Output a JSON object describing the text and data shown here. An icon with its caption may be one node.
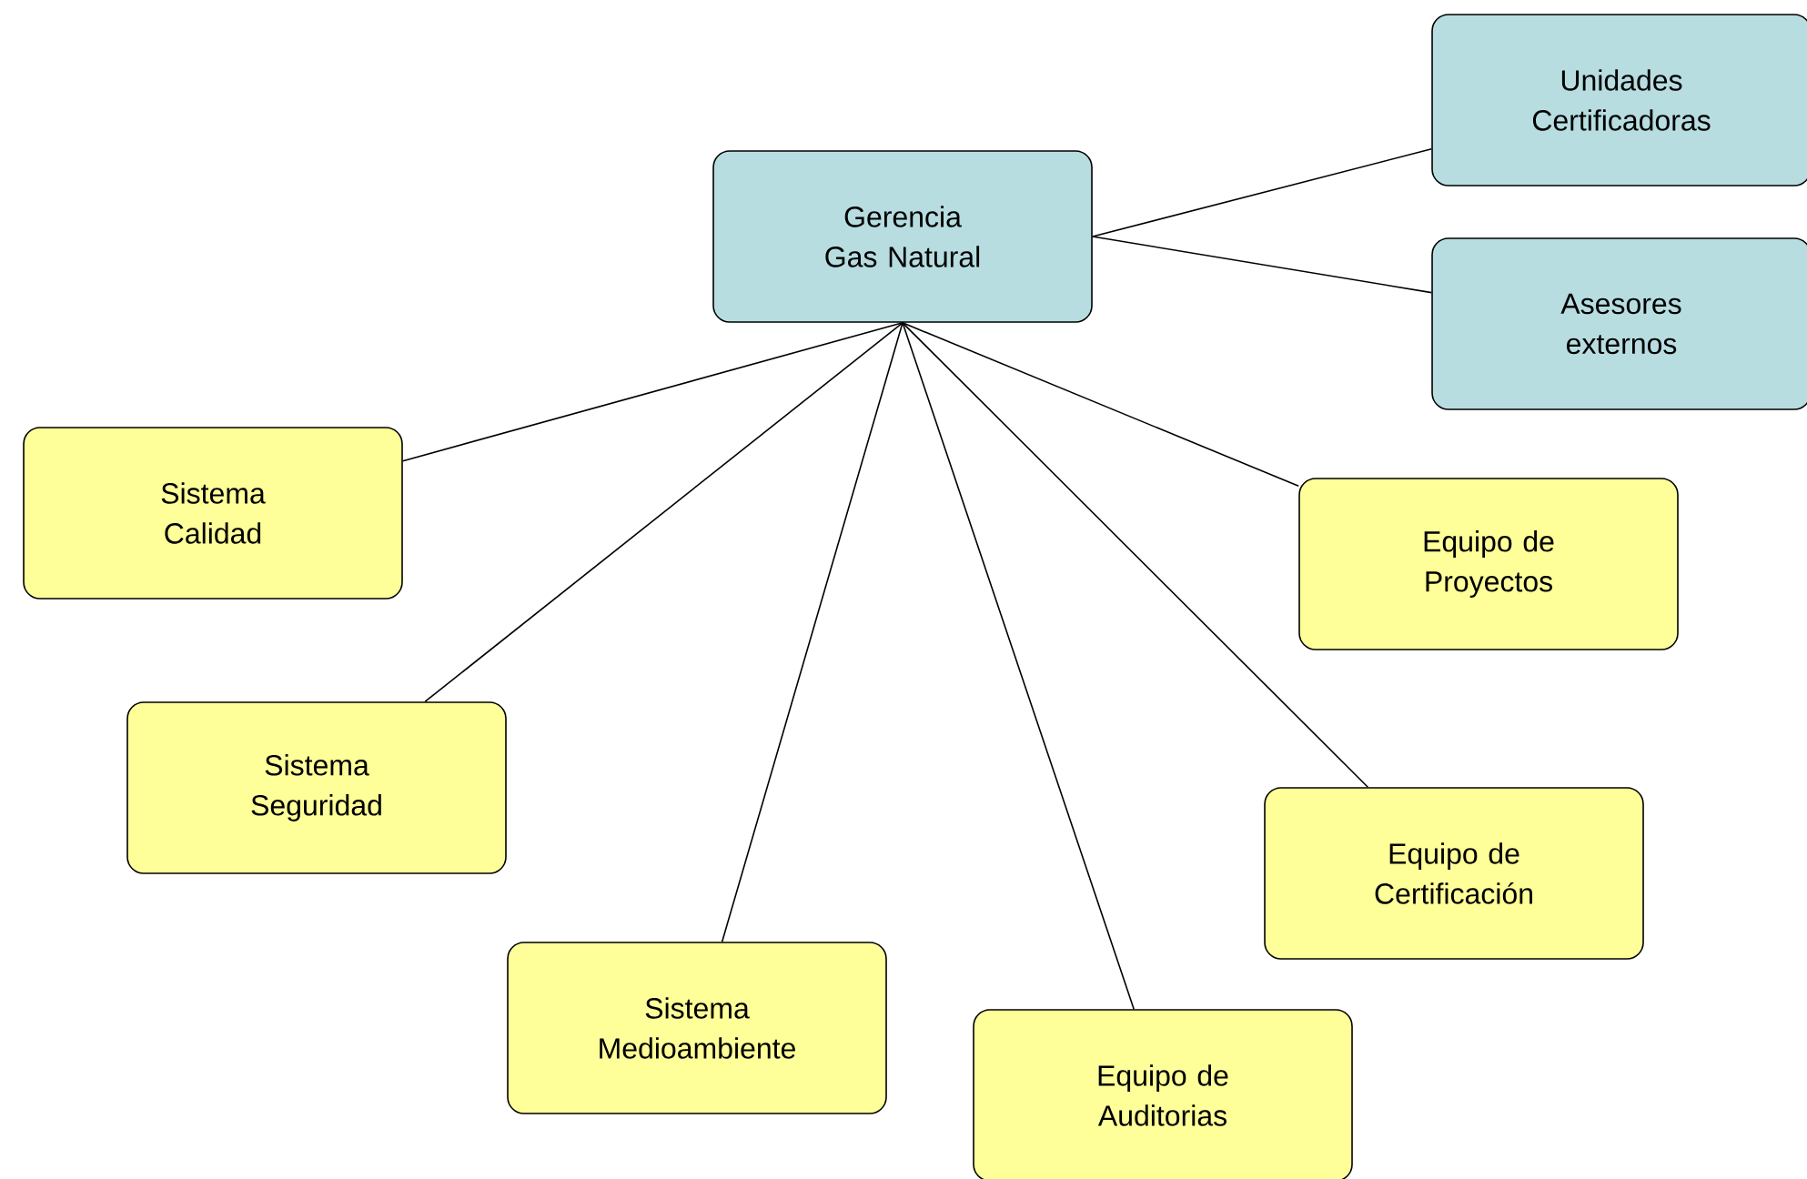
{
  "diagram": {
    "nodes": [
      {
        "text": [
          "Gerencia Gas Natural"
        ]
      },
      {
        "text": [
          "Unidades Certificadoras"
        ]
      },
      {
        "text": [
          "Asesores externos"
        ]
      },
      {
        "text": [
          "Sistema Calidad"
        ]
      },
      {
        "text": [
          "Sistema Seguridad"
        ]
      },
      {
        "text": [
          "Sistema Medioambiente"
        ]
      },
      {
        "text": [
          "Equipo de Auditorias"
        ]
      },
      {
        "text": [
          "Equipo de Certificación"
        ]
      },
      {
        "text": [
          "Equipo de Proyectos"
        ]
      }
    ],
    "edges": [
      {
        "from": 0,
        "to": 1,
        "arrow": "none"
      },
      {
        "from": 0,
        "to": 2,
        "arrow": "none"
      },
      {
        "from": 0,
        "to": 3,
        "arrow": "none"
      },
      {
        "from": 0,
        "to": 4,
        "arrow": "none"
      },
      {
        "from": 0,
        "to": 5,
        "arrow": "none"
      },
      {
        "from": 0,
        "to": 6,
        "arrow": "none"
      },
      {
        "from": 0,
        "to": 7,
        "arrow": "none"
      },
      {
        "from": 0,
        "to": 8,
        "arrow": "none"
      }
    ]
  }
}
